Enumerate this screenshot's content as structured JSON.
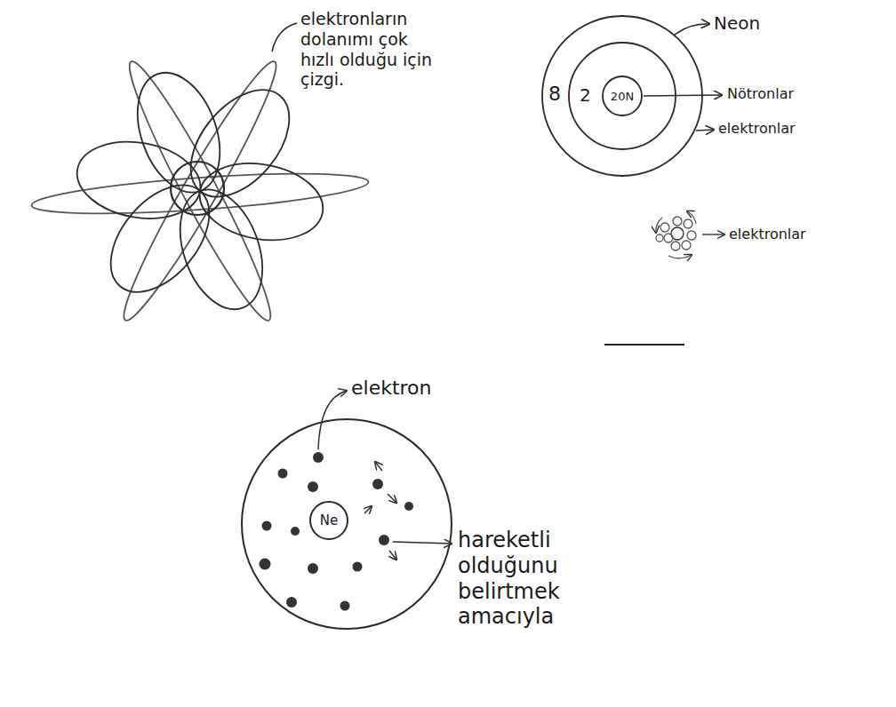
{
  "diagram": {
    "nodes": [
      {
        "text": [
          "20N"
        ]
      },
      {
        "text": [
          "Ne"
        ]
      }
    ],
    "labels": [
      "elektronların dolanımı çok hızlı olduğu için çizgi.",
      "Neon",
      "8",
      "2",
      "Nötronlar",
      "elektronlar",
      "elektronlar",
      "elektron",
      "hareketli olduğunu belirtmek amacıyla"
    ]
  }
}
